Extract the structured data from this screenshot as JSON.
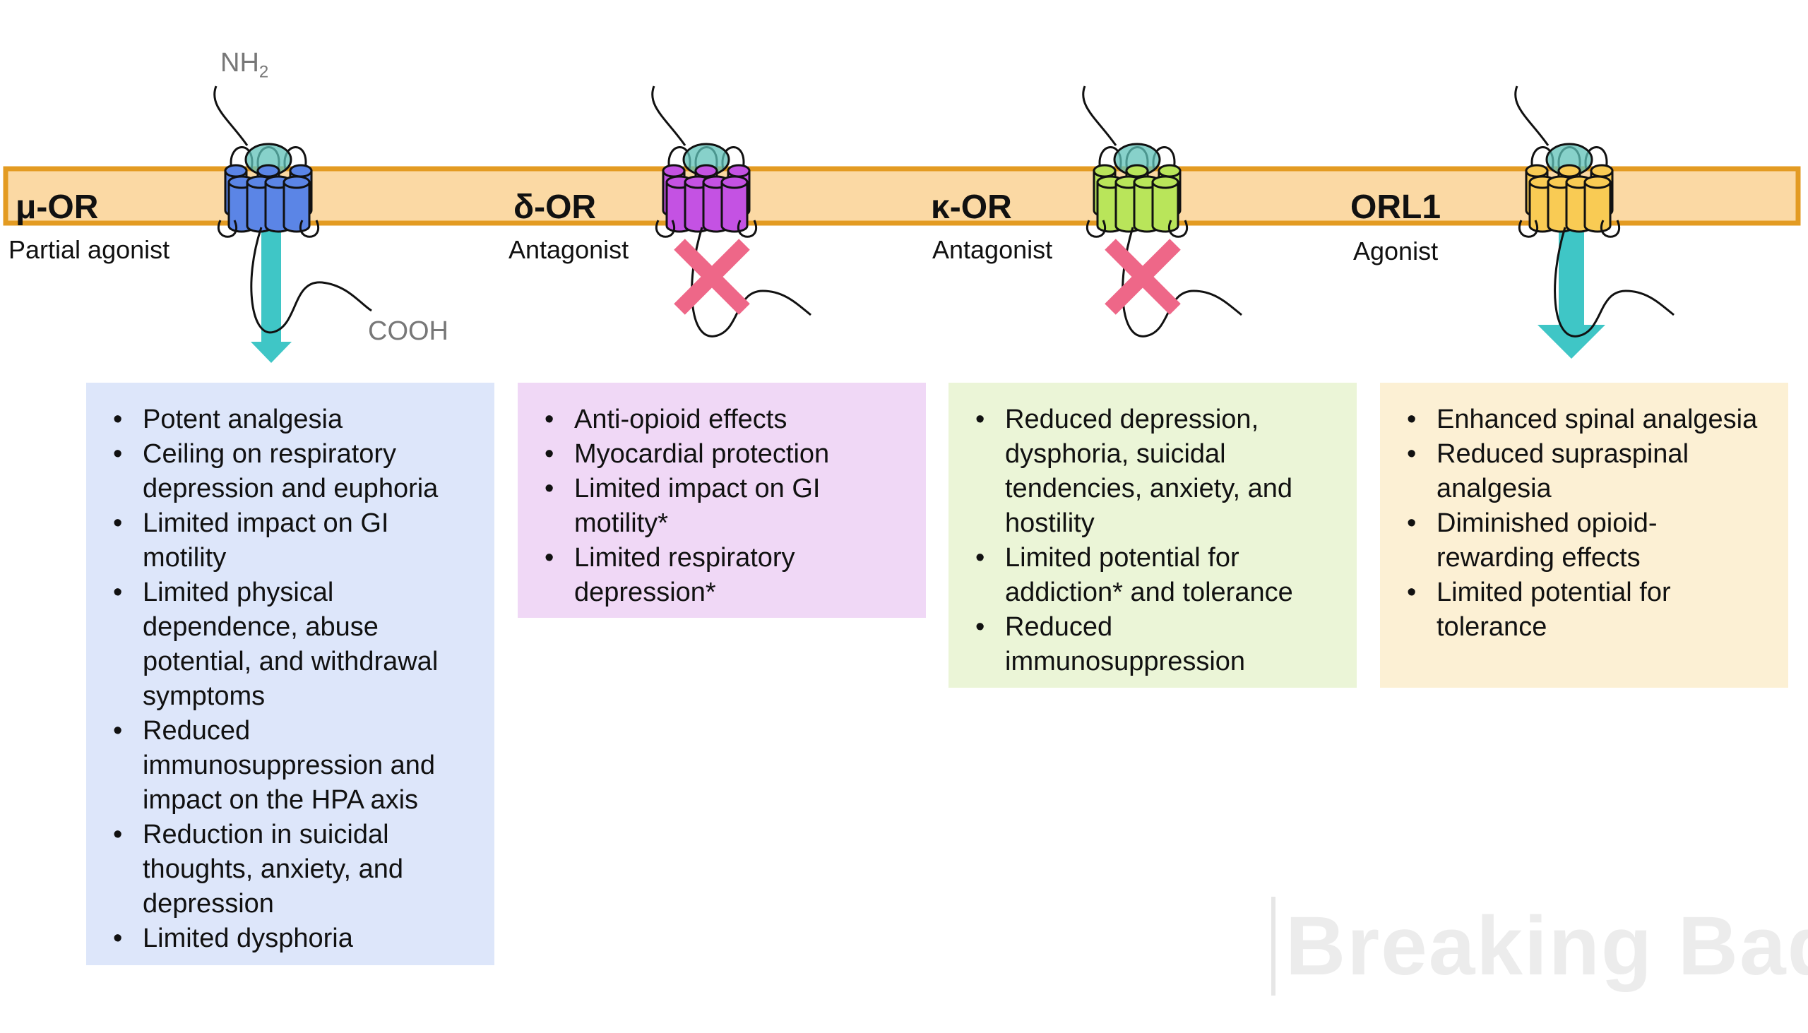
{
  "termini": {
    "n_prefix": "NH",
    "n_sub": "2",
    "c_terminus": "COOH"
  },
  "colors": {
    "membrane_fill": "#fbd9a4",
    "membrane_border": "#e39b22",
    "arrow": "#3fc6c6",
    "block_x": "#ee6788"
  },
  "receptors": [
    {
      "name": "μ-OR",
      "activity": "Partial agonist",
      "signal": "arrow",
      "color": "#5b85e6",
      "box_color": "#dde6fa",
      "effects": [
        "Potent analgesia",
        "Ceiling on respiratory depression and euphoria",
        "Limited impact on GI motility",
        "Limited physical dependence, abuse potential, and withdrawal symptoms",
        "Reduced immunosuppression and impact on the HPA axis",
        "Reduction in suicidal thoughts, anxiety, and depression",
        "Limited dysphoria"
      ]
    },
    {
      "name": "δ-OR",
      "activity": "Antagonist",
      "signal": "blocked",
      "color": "#c452e3",
      "box_color": "#f0d8f6",
      "effects": [
        "Anti-opioid effects",
        "Myocardial protection",
        "Limited impact on GI motility*",
        "Limited respiratory depression*"
      ]
    },
    {
      "name": "κ-OR",
      "activity": "Antagonist",
      "signal": "blocked",
      "color": "#b9e55a",
      "box_color": "#ebf5d7",
      "effects": [
        "Reduced depression, dysphoria, suicidal tendencies, anxiety, and hostility",
        "Limited potential for addiction* and tolerance",
        "Reduced immunosuppression"
      ]
    },
    {
      "name": "ORL1",
      "activity": "Agonist",
      "signal": "arrow",
      "color": "#f9cb54",
      "box_color": "#fcf0d4",
      "effects": [
        "Enhanced spinal analgesia",
        "Reduced supraspinal analgesia",
        "Diminished opioid-rewarding effects",
        "Limited potential for tolerance"
      ]
    }
  ],
  "watermark": "Breaking Bad"
}
